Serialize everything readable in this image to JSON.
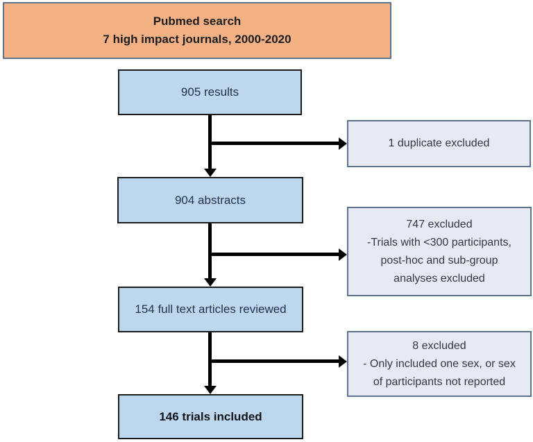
{
  "diagram": {
    "title_box": {
      "lines": [
        "Pubmed search",
        "7 high impact journals, 2000-2020"
      ]
    },
    "flow_boxes": [
      {
        "label": "905 results"
      },
      {
        "label": "904 abstracts"
      },
      {
        "label": "154 full text articles reviewed"
      },
      {
        "label": "146 trials included"
      }
    ],
    "exclusion_boxes": [
      {
        "lines": [
          "1 duplicate excluded"
        ]
      },
      {
        "lines": [
          "747 excluded",
          "-Trials with <300 participants,",
          "post-hoc and sub-group",
          "analyses excluded"
        ]
      },
      {
        "lines": [
          "8 excluded",
          "- Only included one sex, or sex",
          "of participants not reported"
        ]
      }
    ],
    "colors": {
      "title_fill": "#F4B183",
      "title_border": "#5B7292",
      "title_text": "#1D1D1D",
      "flow_fill": "#BDD7EE",
      "flow_border": "#1A1A1A",
      "flow_text": "#1F3150",
      "flow_text_bold": "#10151C",
      "exclusion_fill": "#E8EAF3",
      "exclusion_border": "#5B7292",
      "exclusion_text": "#333845",
      "arrow": "#000000"
    }
  }
}
